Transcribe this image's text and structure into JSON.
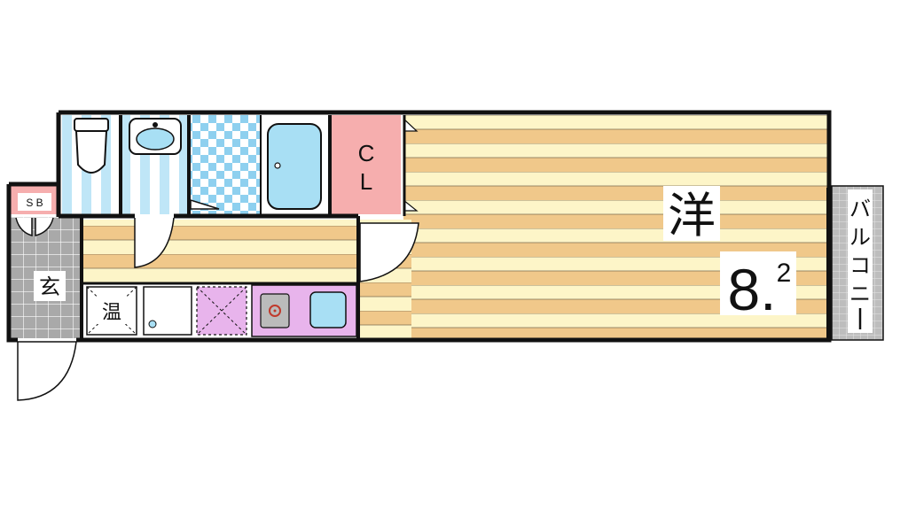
{
  "rooms": {
    "western_room": {
      "label": "洋",
      "size_main": "8.",
      "size_fraction": "2"
    },
    "closet": {
      "label_line1": "C",
      "label_line2": "L"
    },
    "shoe_box": {
      "label": "S B"
    },
    "entrance": {
      "label": "玄"
    },
    "balcony": {
      "label_chars": [
        "バ",
        "ル",
        "コ",
        "ニ",
        "ー"
      ]
    },
    "water_heater": {
      "label": "温"
    }
  },
  "colors": {
    "floor_light": "#fdf5c8",
    "floor_tan": "#f0c88a",
    "closet": "#f6aeae",
    "kitchen_counter": "#e8b4ec",
    "tile_blue": "#8ed0ef",
    "bath_blue": "#a8dff4",
    "stripe_blue": "#bfe6f7",
    "entrance_gray": "#a9a9a9",
    "wall": "#111111"
  }
}
